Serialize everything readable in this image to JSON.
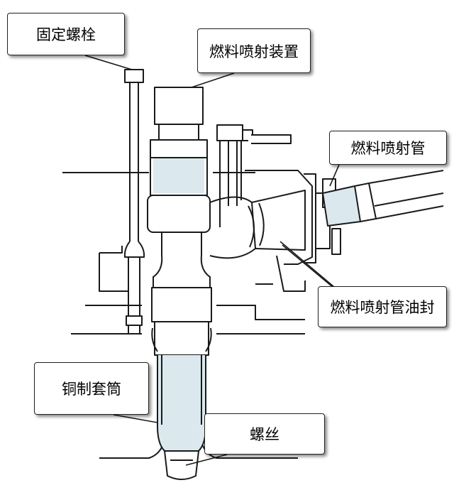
{
  "labels": {
    "fixing_bolt": "固定螺栓",
    "injector": "燃料喷射装置",
    "injection_pipe": "燃料喷射管",
    "pipe_oil_seal": "燃料喷射管油封",
    "copper_sleeve": "铜制套筒",
    "thread": "螺丝"
  },
  "colors": {
    "line": "#1a1a1a",
    "highlight": "#dbe9ee",
    "background": "#ffffff"
  }
}
